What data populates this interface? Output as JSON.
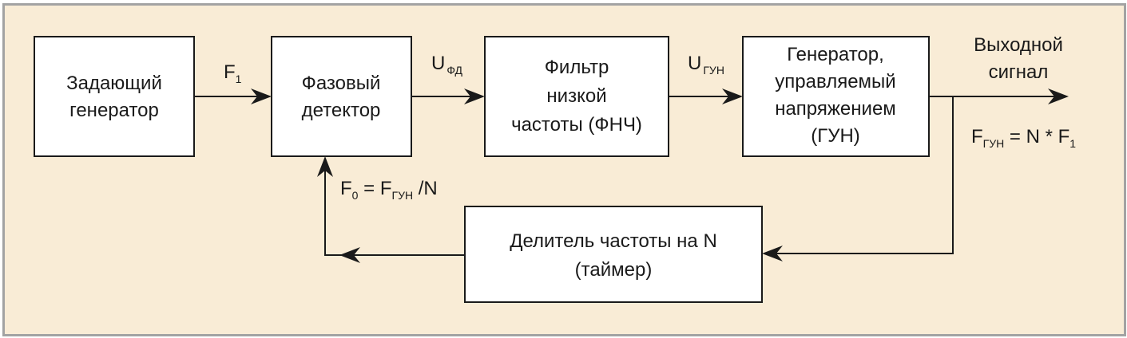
{
  "colors": {
    "background": "#f9ecd6",
    "border": "#a3a3a3",
    "box_fill": "#ffffff",
    "stroke": "#1a1a1a"
  },
  "blocks": {
    "master": {
      "line1": "Задающий",
      "line2": "генератор"
    },
    "phase_detector": {
      "line1": "Фазовый",
      "line2": "детектор"
    },
    "lpf": {
      "line1": "Фильтр",
      "line2": "низкой",
      "line3": "частоты (ФНЧ)"
    },
    "vco": {
      "line1": "Генератор,",
      "line2": "управляемый",
      "line3": "напряжением",
      "line4": "(ГУН)"
    },
    "divider": {
      "line1": "Делитель частоты на N",
      "line2": "(таймер)"
    }
  },
  "signals": {
    "f1": {
      "main": "F",
      "sub": "1"
    },
    "u_pd": {
      "main": "U",
      "sub": "ФД"
    },
    "u_vco": {
      "main": "U",
      "sub": "ГУН"
    },
    "output": {
      "line1": "Выходной",
      "line2": "сигнал"
    },
    "f_vco_eq": {
      "f": "F",
      "f_sub": "ГУН",
      "rest": " = N * F",
      "rest_sub": "1"
    },
    "f0_eq": {
      "f": "F",
      "f_sub": "0",
      "mid": " = F",
      "mid_sub": "ГУН",
      "rest": " /N"
    }
  }
}
